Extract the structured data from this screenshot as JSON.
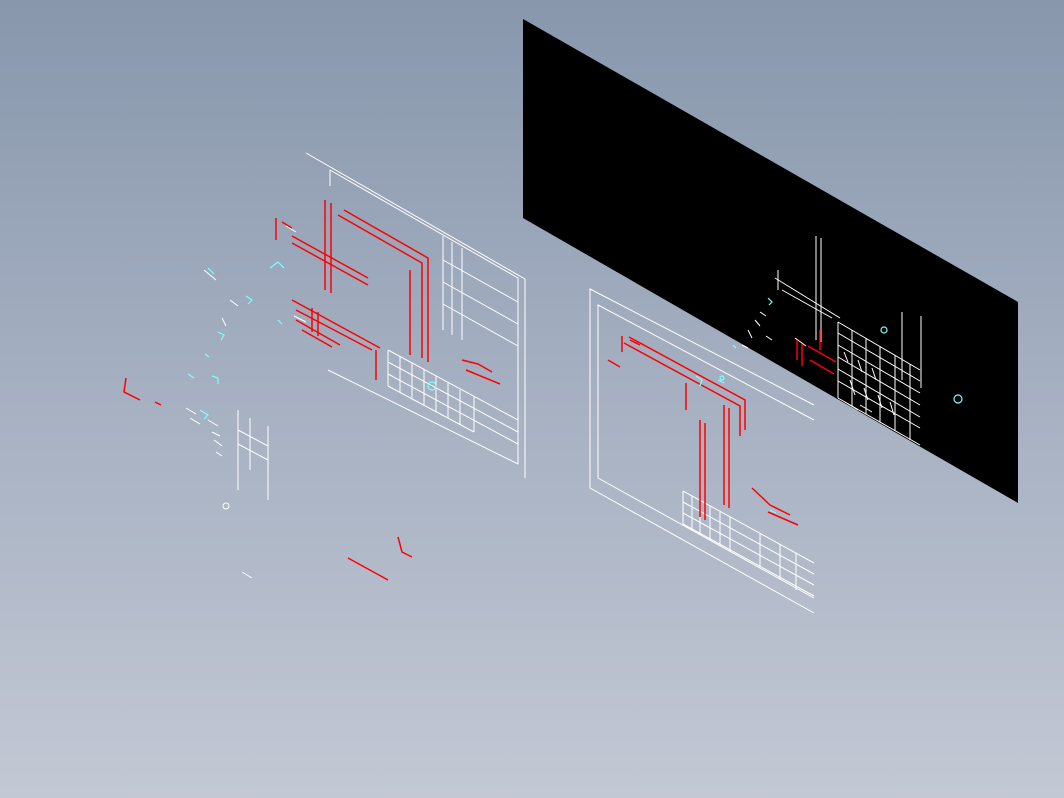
{
  "viewport": {
    "background_top": "#8897ac",
    "background_bottom": "#c3c8d4",
    "projection": "isometric"
  },
  "colors": {
    "frame_line": "#ffffff",
    "red_lines": "#ff0000",
    "cyan_marks": "#7fffff",
    "dark_sheet": "#000000"
  },
  "sheets": [
    {
      "name": "left-drawing-sheet",
      "background": "transparent",
      "has_title_block": true
    },
    {
      "name": "middle-drawing-sheet",
      "background": "transparent",
      "has_title_block": true
    },
    {
      "name": "black-backed-sheet",
      "background": "#000000",
      "has_title_block": true
    }
  ]
}
